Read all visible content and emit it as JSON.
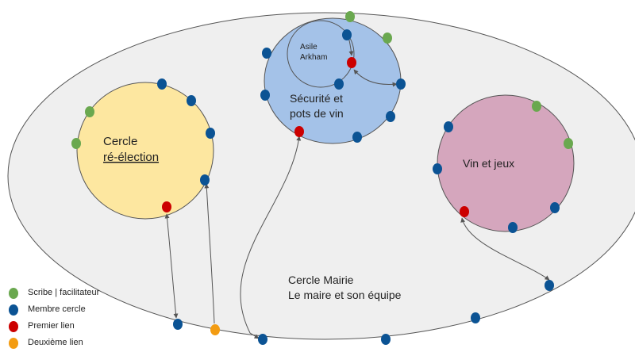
{
  "colors": {
    "background": "#ffffff",
    "outer_fill": "#efefef",
    "outline": "#555555",
    "scribe": "#6aa84f",
    "member": "#0b5394",
    "first_link": "#cc0000",
    "second_link": "#f39c12",
    "circle_reelection": "#fde7a0",
    "circle_security": "#a4c2e8",
    "circle_wine": "#d5a6bd"
  },
  "circles": {
    "mairie": {
      "line1": "Cercle Mairie",
      "line2": "Le maire et son équipe"
    },
    "reelection": {
      "line1": "Cercle",
      "line2": "ré-élection"
    },
    "security": {
      "line1": "Sécurité et",
      "line2": "pots de vin"
    },
    "asile": {
      "line1": "Asile",
      "line2": "Arkham"
    },
    "wine": {
      "label": "Vin et jeux"
    }
  },
  "legend": [
    {
      "label": "Scribe | facilitateur",
      "role": "scribe"
    },
    {
      "label": "Membre cercle",
      "role": "member"
    },
    {
      "label": "Premier lien",
      "role": "first_link"
    },
    {
      "label": "Deuxième lien",
      "role": "second_link"
    }
  ]
}
